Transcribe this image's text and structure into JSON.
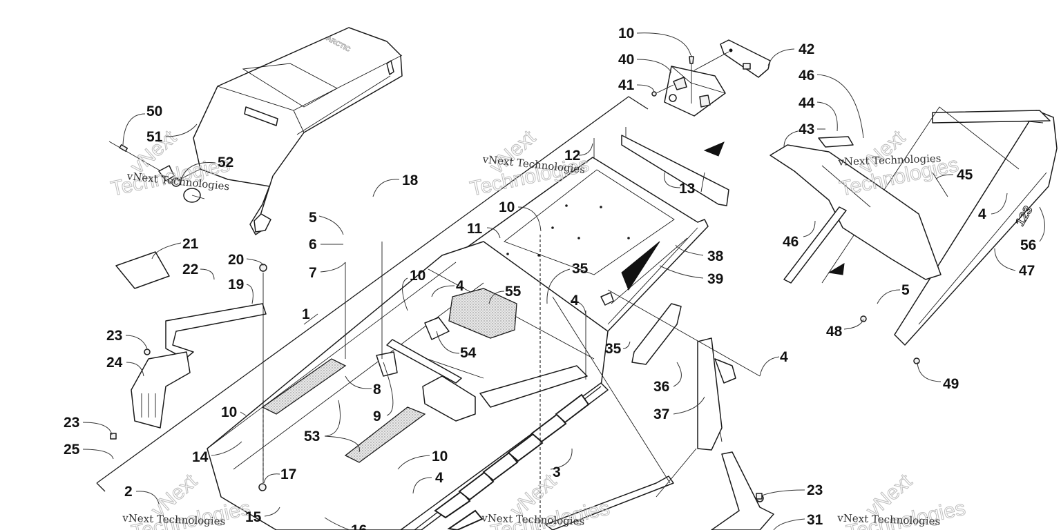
{
  "diagram": {
    "title": "Snowmobile Rear Tunnel, Seat and Bumper Exploded Parts Diagram",
    "watermark": {
      "line1": "vNext",
      "line2": "Technologies",
      "small": "vNext Technologies"
    },
    "bumper_decal_text": "123",
    "callouts": [
      {
        "id": "c10a",
        "label": "10"
      },
      {
        "id": "c40",
        "label": "40"
      },
      {
        "id": "c41",
        "label": "41"
      },
      {
        "id": "c42",
        "label": "42"
      },
      {
        "id": "c46a",
        "label": "46"
      },
      {
        "id": "c44",
        "label": "44"
      },
      {
        "id": "c43",
        "label": "43"
      },
      {
        "id": "c45",
        "label": "45"
      },
      {
        "id": "c4a",
        "label": "4"
      },
      {
        "id": "c56",
        "label": "56"
      },
      {
        "id": "c47",
        "label": "47"
      },
      {
        "id": "c46b",
        "label": "46"
      },
      {
        "id": "c50",
        "label": "50"
      },
      {
        "id": "c51",
        "label": "51"
      },
      {
        "id": "c52",
        "label": "52"
      },
      {
        "id": "c18",
        "label": "18"
      },
      {
        "id": "c12",
        "label": "12"
      },
      {
        "id": "c13",
        "label": "13"
      },
      {
        "id": "c5a",
        "label": "5"
      },
      {
        "id": "c6",
        "label": "6"
      },
      {
        "id": "c7",
        "label": "7"
      },
      {
        "id": "c10b",
        "label": "10"
      },
      {
        "id": "c11",
        "label": "11"
      },
      {
        "id": "c35a",
        "label": "35"
      },
      {
        "id": "c38",
        "label": "38"
      },
      {
        "id": "c39",
        "label": "39"
      },
      {
        "id": "c21",
        "label": "21"
      },
      {
        "id": "c22",
        "label": "22"
      },
      {
        "id": "c20",
        "label": "20"
      },
      {
        "id": "c19",
        "label": "19"
      },
      {
        "id": "c10c",
        "label": "10"
      },
      {
        "id": "c4b",
        "label": "4"
      },
      {
        "id": "c55",
        "label": "55"
      },
      {
        "id": "c4c",
        "label": "4"
      },
      {
        "id": "c1",
        "label": "1"
      },
      {
        "id": "c23a",
        "label": "23"
      },
      {
        "id": "c54",
        "label": "54"
      },
      {
        "id": "c35b",
        "label": "35"
      },
      {
        "id": "c4d",
        "label": "4"
      },
      {
        "id": "c24",
        "label": "24"
      },
      {
        "id": "c8",
        "label": "8"
      },
      {
        "id": "c36",
        "label": "36"
      },
      {
        "id": "c9",
        "label": "9"
      },
      {
        "id": "c37",
        "label": "37"
      },
      {
        "id": "c5b",
        "label": "5"
      },
      {
        "id": "c48",
        "label": "48"
      },
      {
        "id": "c49",
        "label": "49"
      },
      {
        "id": "c23b",
        "label": "23"
      },
      {
        "id": "c10d",
        "label": "10"
      },
      {
        "id": "c53",
        "label": "53"
      },
      {
        "id": "c25",
        "label": "25"
      },
      {
        "id": "c14",
        "label": "14"
      },
      {
        "id": "c10e",
        "label": "10"
      },
      {
        "id": "c3",
        "label": "3"
      },
      {
        "id": "c17",
        "label": "17"
      },
      {
        "id": "c4e",
        "label": "4"
      },
      {
        "id": "c2",
        "label": "2"
      },
      {
        "id": "c15",
        "label": "15"
      },
      {
        "id": "c16",
        "label": "16"
      },
      {
        "id": "c23c",
        "label": "23"
      },
      {
        "id": "c31",
        "label": "31"
      }
    ]
  }
}
